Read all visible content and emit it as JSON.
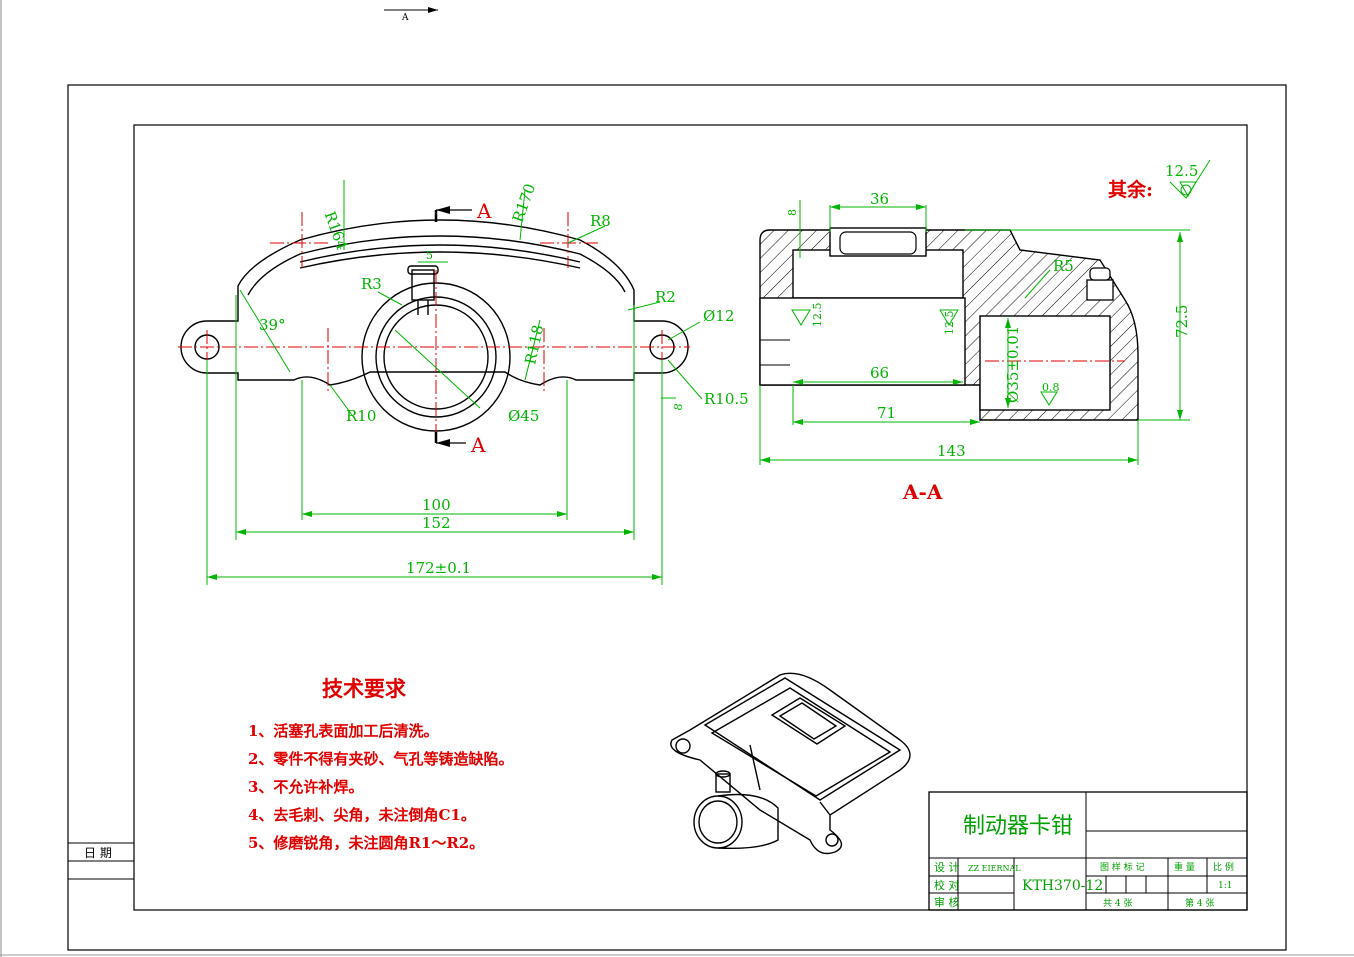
{
  "drawing": {
    "top_arrow_label": "A",
    "front_view": {
      "section_mark_top": "A",
      "section_mark_bottom": "A",
      "dims": {
        "r164": "R164",
        "r170": "R170",
        "r8": "R8",
        "r2": "R2",
        "r3": "R3",
        "five": "5",
        "angle39": "39°",
        "r118": "R118",
        "d12": "Ø12",
        "r10_5": "R10.5",
        "r10": "R10",
        "d45": "Ø45",
        "eight": "8",
        "w100": "100",
        "w152": "152",
        "w172": "172±0.1"
      }
    },
    "section_view": {
      "title": "A-A",
      "dims": {
        "w36": "36",
        "h8": "8",
        "r5": "R5",
        "h72_5": "72.5",
        "ra12_5a": "12.5",
        "ra12_5b": "12.5",
        "w66": "66",
        "d35": "Ø35±0.01",
        "ra0_8": "0.8",
        "w71": "71",
        "w143": "143"
      }
    },
    "roughness": {
      "label": "其余:",
      "value": "12.5"
    },
    "tech_requirements": {
      "title": "技术要求",
      "items": [
        "1、活塞孔表面加工后清洗。",
        "2、零件不得有夹砂、气孔等铸造缺陷。",
        "3、不允许补焊。",
        "4、去毛刺、尖角，未注倒角C1。",
        "5、修磨锐角，未注圆角R1～R2。"
      ]
    },
    "side_label": "日 期",
    "title_block": {
      "part_name": "制动器卡钳",
      "drawing_no": "KTH370-12",
      "design_label": "设 计",
      "designer": "ZZ EIERNAL",
      "check_label": "校 对",
      "review_label": "审 核",
      "stage_label": "图 样 标 记",
      "weight_label": "重 量",
      "scale_label": "比 例",
      "scale": "1:1",
      "sheets_total": "共 4 张",
      "sheet_no": "第 4 张"
    }
  }
}
